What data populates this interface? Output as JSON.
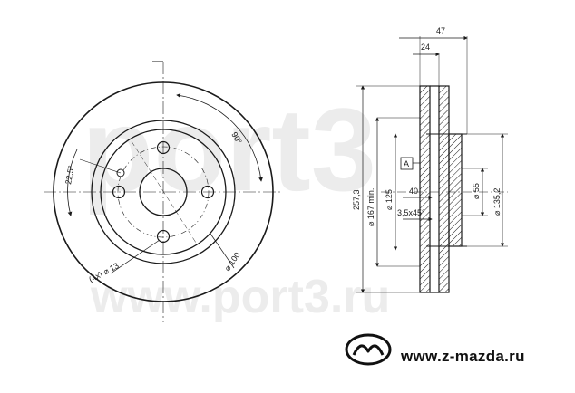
{
  "watermark": {
    "logo_text": "port3",
    "url_text": "www.port3.ru"
  },
  "front_view": {
    "angle_90": "90°",
    "angle_22_5": "22,5°",
    "bolt_circle": "⌀ 100",
    "holes": "(4x) ⌀ 13"
  },
  "side_view": {
    "width_total": "47",
    "width_hub": "24",
    "outer_diameter": "257,3",
    "min_diameter": "⌀ 167 min.",
    "diameter_125": "⌀ 125",
    "depth_40": "40",
    "chamfer": "3,5x45°",
    "datum": "A",
    "center_bore": "⌀ 55",
    "hub_diameter": "⌀ 135,2"
  },
  "footer": {
    "brand_logo": "mazda-logo",
    "site_url": "www.z-mazda.ru"
  },
  "colors": {
    "line": "#1a1a1a",
    "watermark": "#e6e6e6"
  }
}
